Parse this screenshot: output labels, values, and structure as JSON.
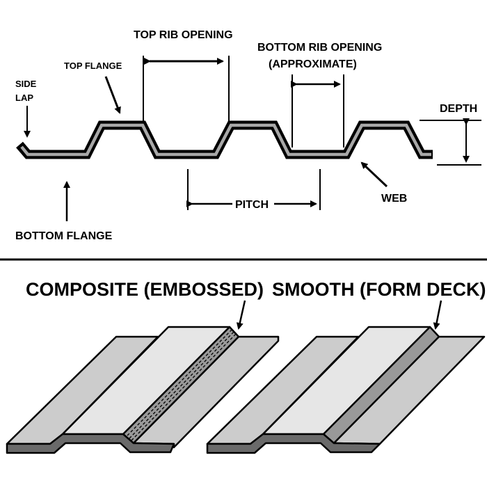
{
  "profile": {
    "labels": {
      "side_lap_1": "SIDE",
      "side_lap_2": "LAP",
      "top_flange": "TOP FLANGE",
      "top_rib_opening": "TOP RIB OPENING",
      "bottom_rib_opening_1": "BOTTOM RIB OPENING",
      "bottom_rib_opening_2": "(APPROXIMATE)",
      "depth": "DEPTH",
      "pitch": "PITCH",
      "web": "WEB",
      "bottom_flange": "BOTTOM FLANGE"
    }
  },
  "panels": {
    "composite": "COMPOSITE (EMBOSSED)",
    "smooth": "SMOOTH (FORM DECK)"
  },
  "colors": {
    "ink": "#000000",
    "profile_core": "#a8a8a8",
    "flange_light": "#e6e6e6",
    "flange_mid": "#cccccc",
    "web_dark": "#999999",
    "edge_dark": "#6a6a6a"
  }
}
